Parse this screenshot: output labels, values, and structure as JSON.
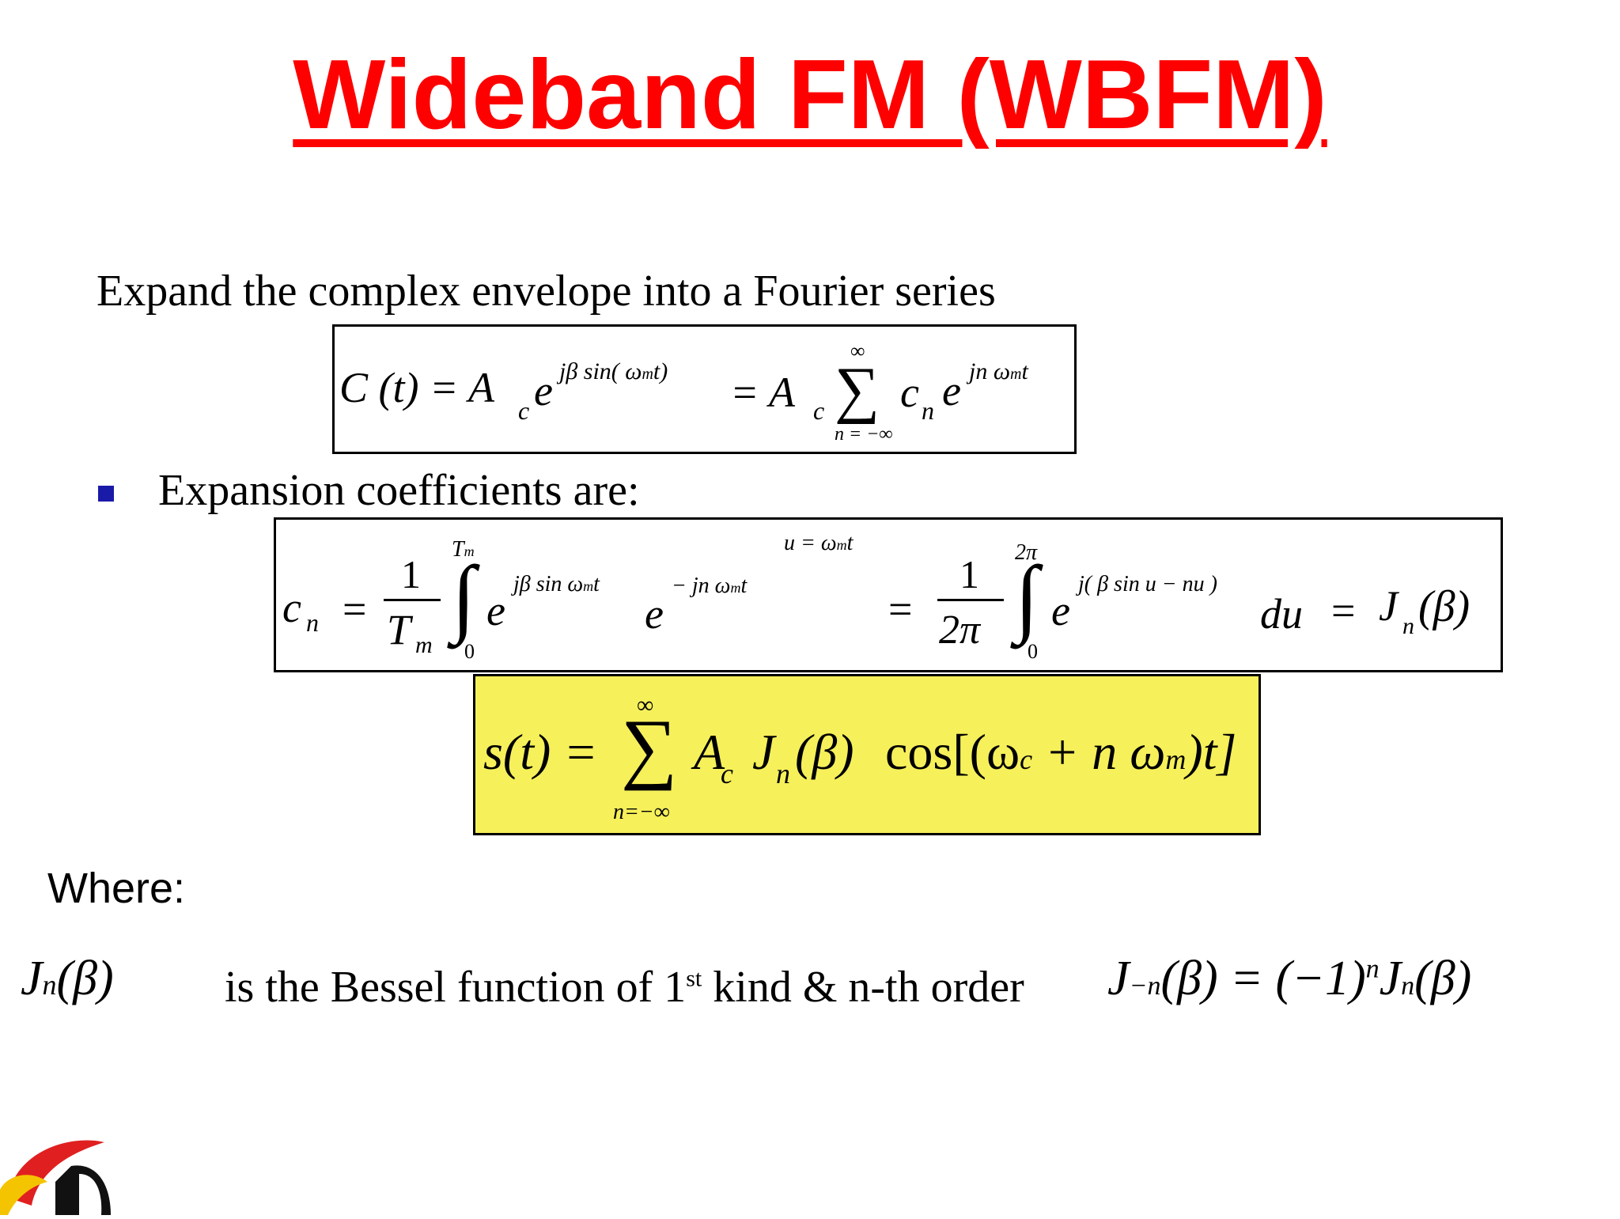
{
  "slide": {
    "title": "Wideband FM (WBFM)",
    "intro_text": "Expand the complex envelope into a Fourier series",
    "bullet_text": "Expansion coefficients are:",
    "where_label": "Where:",
    "bessel_text_before": "is the Bessel function of 1",
    "bessel_text_sup": "st",
    "bessel_text_after": " kind & n-th order",
    "highlight_color": "#f6f05a",
    "title_color": "#ff0000",
    "bullet_color": "#1a1aa8"
  },
  "eq1": {
    "lhs": "C (t) = A",
    "lhs_sub": "c",
    "e1": "e",
    "exp1": "jβ sin( ω",
    "exp1_sub": "m",
    "exp1_end": "t)",
    "mid": "= A",
    "mid_sub": "c",
    "sum_top": "∞",
    "sum_bottom": "n = −∞",
    "cn": "c",
    "cn_sub": "n",
    "e2": "e",
    "exp2": "jn ω",
    "exp2_sub": "m",
    "exp2_end": "t"
  },
  "eq2": {
    "c": "c",
    "c_sub": "n",
    "eq": "=",
    "num1": "1",
    "den1": "T",
    "den1_sub": "m",
    "int1_top": "T",
    "int1_top_sub": "m",
    "int1_bottom": "0",
    "e": "e",
    "exp_a": "jβ sin ω",
    "exp_a_sub": "m",
    "exp_a_end": "t",
    "e_b": "e",
    "exp_b": "− jn ω",
    "exp_b_sub": "m",
    "exp_b_end": "t",
    "subst": "u = ω",
    "subst_sub": "m",
    "subst_end": "t",
    "eq2": "=",
    "num2": "1",
    "den2": "2π",
    "int2_top": "2π",
    "int2_bottom": "0",
    "e3": "e",
    "exp3": "j( β sin u − nu )",
    "du": "du",
    "eq3": "=",
    "result": "J",
    "result_sub": "n",
    "result_arg": "(β)"
  },
  "eq3": {
    "lhs": "s(t) =",
    "sum_top": "∞",
    "sum_bottom": "n=−∞",
    "a": "A",
    "a_sub": "c",
    "j": "J",
    "j_sub": "n",
    "arg": "(β)",
    "cos": "cos[(ω",
    "cos_sub": "c",
    "plus": " + n ω",
    "plus_sub": "m",
    "end": ")t]"
  },
  "bessel": {
    "j": "J",
    "j_sub": "n",
    "arg": "(β)",
    "rel_j": "J",
    "rel_j_sub": "−n",
    "rel_arg": "(β) = (−1)",
    "rel_sup": "n",
    "rel_j2": "J",
    "rel_j2_sub": "n",
    "rel_arg2": "(β)"
  }
}
